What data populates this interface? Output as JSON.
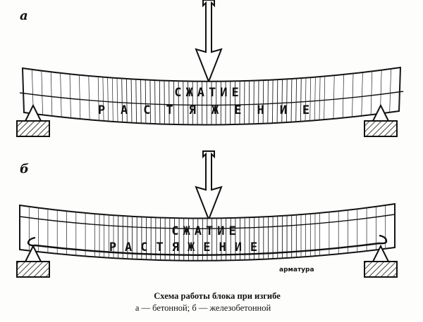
{
  "panels": [
    {
      "label": "а",
      "compression": "СЖАТИЕ",
      "tension": "РАСТЯЖЕНИЕ"
    },
    {
      "label": "б",
      "compression": "СЖАТИЕ",
      "tension": "РАСТЯЖЕНИЕ",
      "rebar_label": "арматура"
    }
  ],
  "caption": {
    "title": "Схема работы блока при изгибе",
    "subtitle": "а — бетонной;  б — железобетонной"
  }
}
